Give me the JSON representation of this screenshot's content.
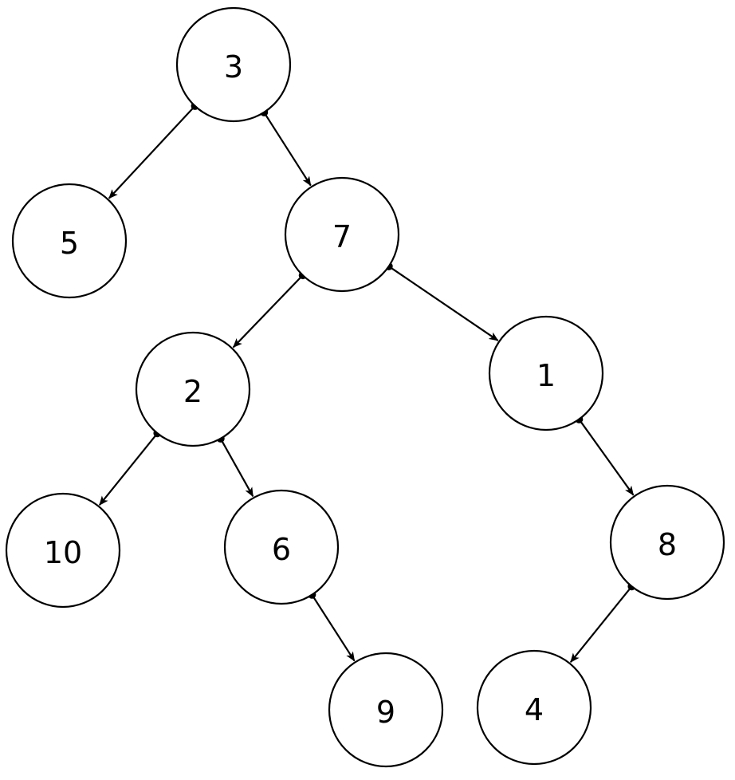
{
  "diagram": {
    "type": "binary-tree",
    "nodes": [
      {
        "id": "n3",
        "label": "3"
      },
      {
        "id": "n5",
        "label": "5"
      },
      {
        "id": "n7",
        "label": "7"
      },
      {
        "id": "n2",
        "label": "2"
      },
      {
        "id": "n1",
        "label": "1"
      },
      {
        "id": "n10",
        "label": "10"
      },
      {
        "id": "n6",
        "label": "6"
      },
      {
        "id": "n8",
        "label": "8"
      },
      {
        "id": "n9",
        "label": "9"
      },
      {
        "id": "n4",
        "label": "4"
      }
    ],
    "edges": [
      {
        "from": "n3",
        "to": "n5"
      },
      {
        "from": "n3",
        "to": "n7"
      },
      {
        "from": "n7",
        "to": "n2"
      },
      {
        "from": "n7",
        "to": "n1"
      },
      {
        "from": "n2",
        "to": "n10"
      },
      {
        "from": "n2",
        "to": "n6"
      },
      {
        "from": "n6",
        "to": "n9"
      },
      {
        "from": "n1",
        "to": "n8"
      },
      {
        "from": "n8",
        "to": "n4"
      }
    ]
  }
}
